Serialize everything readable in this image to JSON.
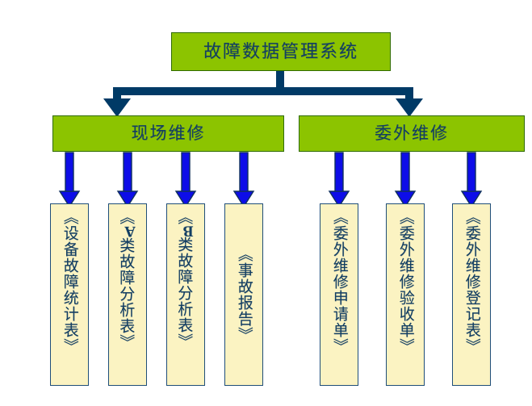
{
  "diagram": {
    "title": "故障数据管理系统",
    "colors": {
      "green_fill": "#8CC400",
      "green_border": "#2F6B00",
      "yellow_fill": "#FBF3C2",
      "yellow_border": "#1F4E79",
      "navy_connector": "#003A66",
      "blue_arrow": "#0D0DE8",
      "blue_arrow_outline": "#10305E",
      "text_color": "#123E63",
      "background": "#FFFFFF"
    },
    "root": {
      "label": "故障数据管理系统"
    },
    "branches": [
      {
        "label": "现场维修"
      },
      {
        "label": "委外维修"
      }
    ],
    "leaves": [
      {
        "label": "《设备故障统计表》",
        "open_mark": "《",
        "close_mark": "》"
      },
      {
        "label": "《A类故障分析表》",
        "prefix": "《",
        "letter": "A",
        "rest": "类故障分析表》"
      },
      {
        "label": "《B类故障分析表》",
        "prefix": "《",
        "letter": "B",
        "rest": "类故障分析表》"
      },
      {
        "label": "《事故报告》"
      },
      {
        "label": "《委外维修申请单》"
      },
      {
        "label": "《委外维修验收单》"
      },
      {
        "label": "《委外维修登记表》"
      }
    ]
  }
}
